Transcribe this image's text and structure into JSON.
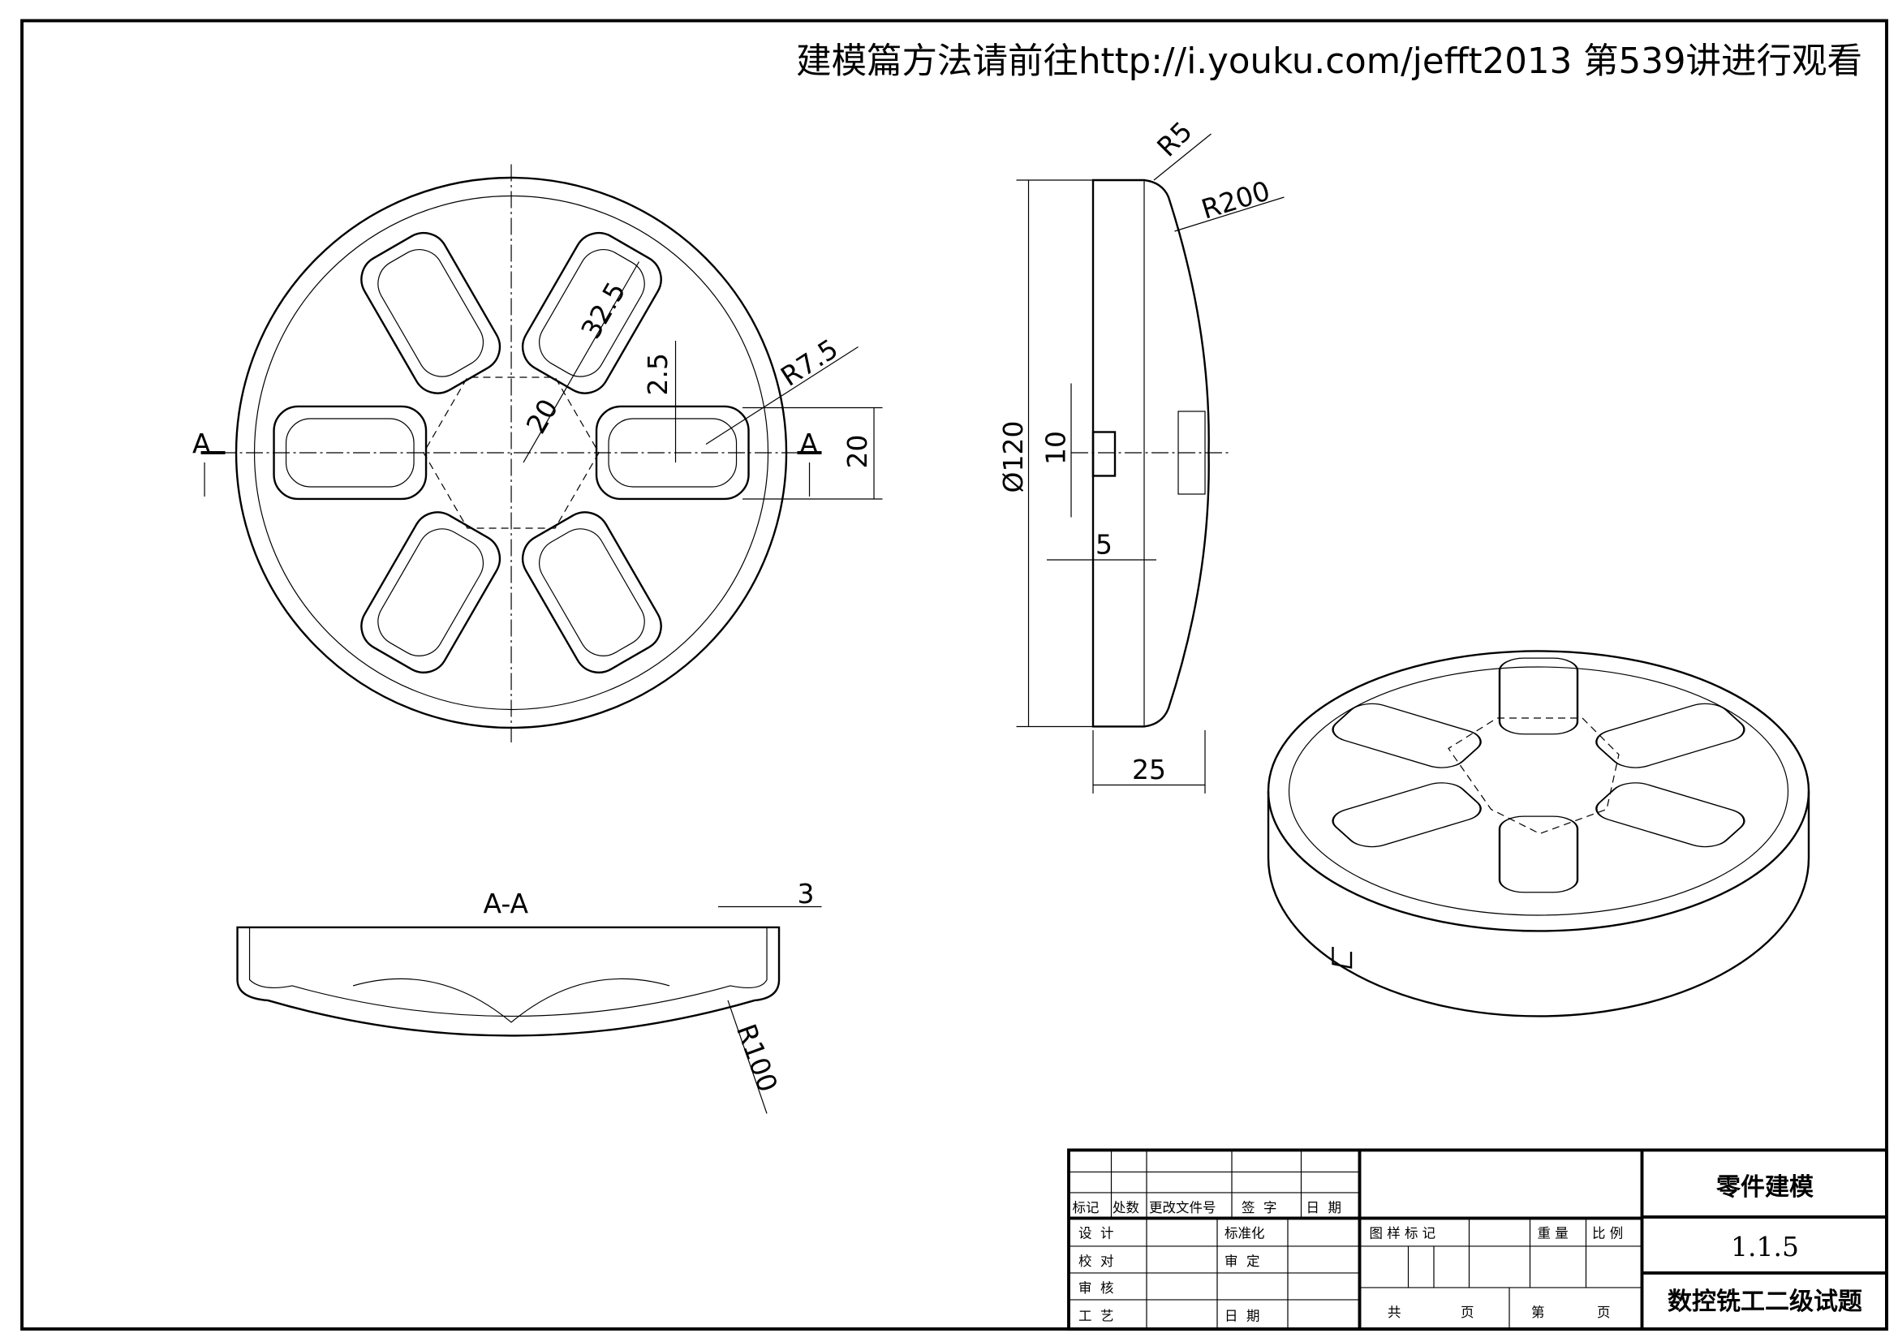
{
  "header": "建模篇方法请前往http://i.youku.com/jefft2013 第539讲进行观看",
  "front_view": {
    "dims": {
      "slot_len": "32.5",
      "inner": "20",
      "offset": "2.5",
      "radius": "R7.5",
      "width": "20",
      "section_left": "A",
      "section_right": "A"
    }
  },
  "side_view": {
    "dims": {
      "r_edge": "R5",
      "r_dome": "R200",
      "diameter": "120",
      "slot_h": "10",
      "slot_d": "5",
      "thickness": "25"
    }
  },
  "section_view": {
    "label": "A-A",
    "dims": {
      "wall": "3",
      "r_bottom": "R100"
    }
  },
  "title_block": {
    "revision_headers": [
      "标记",
      "处数",
      "更改文件号",
      "签  字",
      "日  期"
    ],
    "left_rows": [
      "设  计",
      "校  对",
      "审  核",
      "工  艺"
    ],
    "mid_labels": [
      "标准化",
      "审  定",
      "日  期"
    ],
    "drawing_mark": "图 样 标 记",
    "weight": "重 量",
    "scale": "比 例",
    "total": "共",
    "page1": "页",
    "sheet": "第",
    "page2": "页",
    "part_name": "零件建模",
    "drawing_no": "1.1.5",
    "exam_title": "数控铣工二级试题"
  }
}
